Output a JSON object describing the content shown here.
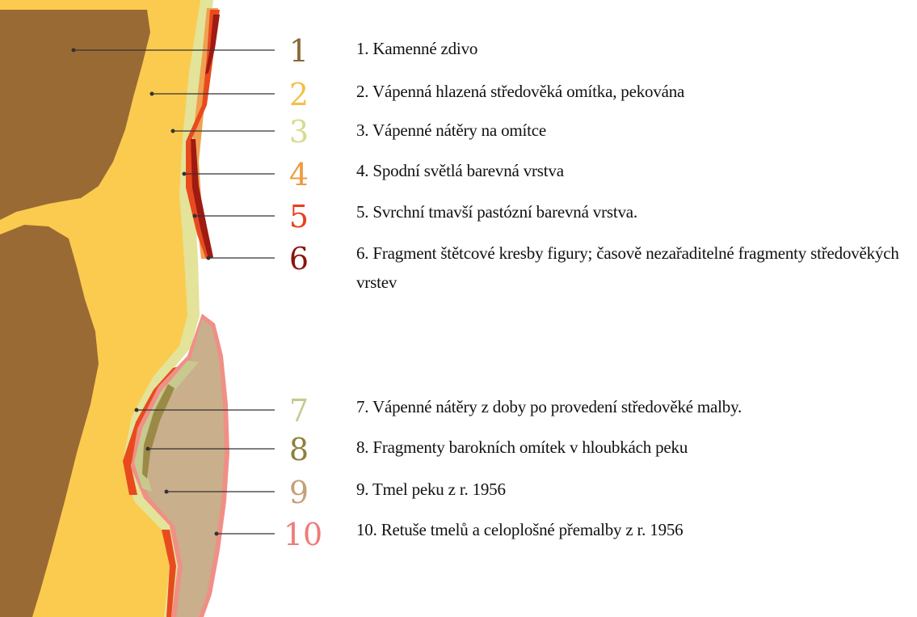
{
  "layers": [
    {
      "number": "1",
      "color": "#8B6535",
      "text": "1. Kamenné zdivo"
    },
    {
      "number": "2",
      "color": "#F4C048",
      "text": "2. Vápenná hlazená středověká omítka, pekována"
    },
    {
      "number": "3",
      "color": "#D6DB8E",
      "text": "3. Vápenné nátěry na omítce"
    },
    {
      "number": "4",
      "color": "#EF9A40",
      "text": "4. Spodní světlá barevná vrstva"
    },
    {
      "number": "5",
      "color": "#E8401C",
      "text": "5. Svrchní tmavší pastózní barevná vrstva."
    },
    {
      "number": "6",
      "color": "#8A1410",
      "text": "6. Fragment štětcové kresby figury; časově nezařaditelné fragmenty středověkých vrstev"
    },
    {
      "number": "7",
      "color": "#C7C98F",
      "text": "7. Vápenné nátěry z doby po provedení středověké malby."
    },
    {
      "number": "8",
      "color": "#8E7F3C",
      "text": "8. Fragmenty barokních omítek v hloubkách peku"
    },
    {
      "number": "9",
      "color": "#C4A07A",
      "text": "9. Tmel peku z r. 1956"
    },
    {
      "number": "10",
      "color": "#EE7B78",
      "text": "10. Retuše tmelů a celoplošné přemalby z r. 1956"
    }
  ],
  "colors": {
    "stone": "#9A6A35",
    "plaster": "#FBCB4F",
    "lime": "#E3E39A",
    "light_paint": "#F0A050",
    "dark_paint": "#E84A1E",
    "fragment": "#9E1A12",
    "putty": "#C9AF8B",
    "baroque": "#9B8A45",
    "retouch": "#F08F86",
    "leader": "#333333",
    "connector": "#9a9a9a"
  }
}
